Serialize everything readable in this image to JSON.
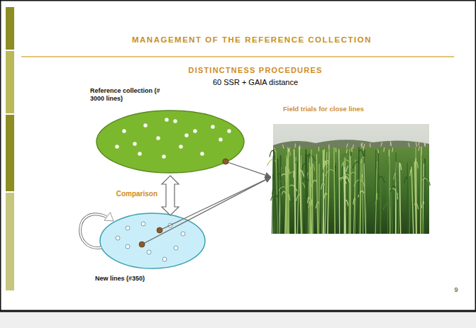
{
  "diagram": {
    "title": "MANAGEMENT OF THE REFERENCE COLLECTION",
    "nodes": [
      {
        "text": [
          "Reference collection (# 3000 lines)"
        ]
      },
      {
        "text": [
          "New lines (#350)"
        ]
      },
      {
        "text": [
          "Field trials for close lines"
        ]
      }
    ],
    "edges": [
      {
        "from": 0,
        "to": 1,
        "arrow": "both",
        "label": "Comparison"
      },
      {
        "from": 1,
        "to": 1,
        "arrow": "to"
      },
      {
        "from": 0,
        "to": 2,
        "arrow": "to"
      },
      {
        "from": 1,
        "to": 2,
        "arrow": "to"
      },
      {
        "from": 1,
        "to": 2,
        "arrow": "to"
      }
    ],
    "labels": [
      "DISTINCTNESS PROCEDURES",
      "60 SSR + GAIA distance",
      "9"
    ]
  }
}
